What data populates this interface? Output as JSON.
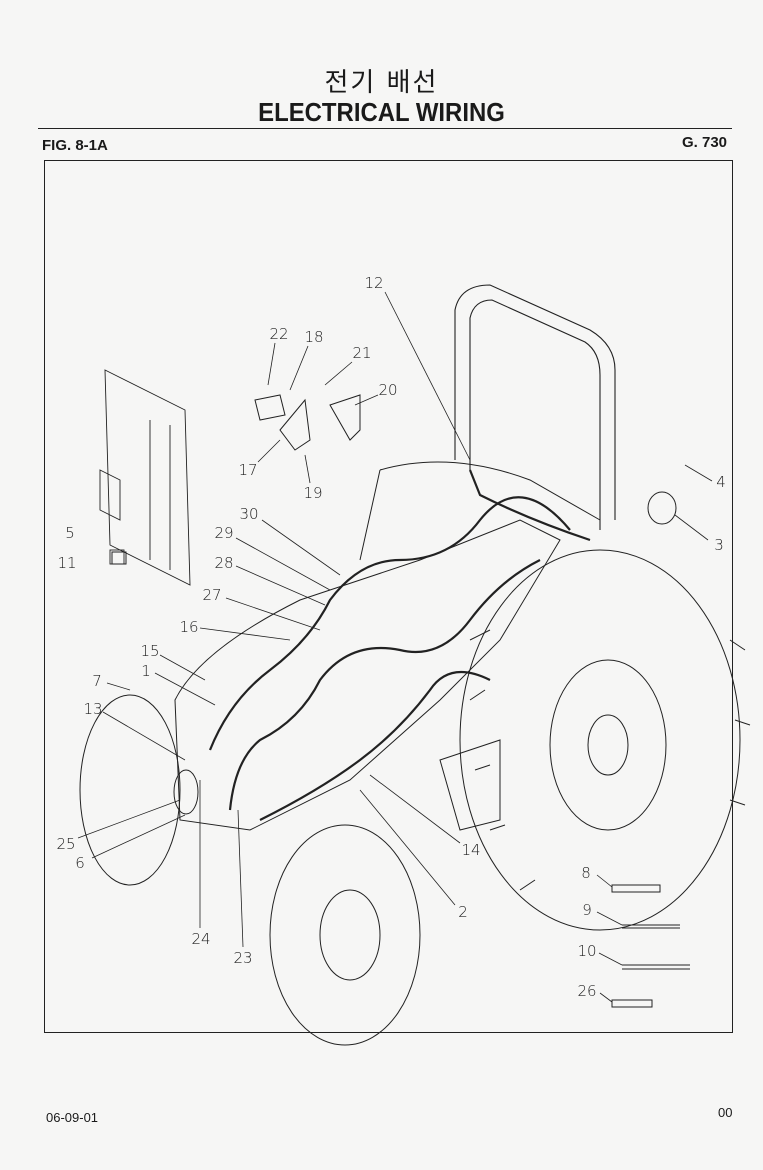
{
  "header": {
    "title_ko": "전기 배선",
    "title_en": "ELECTRICAL WIRING",
    "figure": "FIG. 8-1A",
    "group": "G. 730"
  },
  "footer": {
    "date": "06-09-01",
    "page": "00"
  },
  "callouts": [
    "12",
    "22",
    "18",
    "21",
    "20",
    "17",
    "19",
    "4",
    "3",
    "30",
    "29",
    "5",
    "11",
    "28",
    "27",
    "16",
    "15",
    "1",
    "7",
    "13",
    "25",
    "6",
    "14",
    "2",
    "24",
    "23",
    "8",
    "9",
    "10",
    "26"
  ]
}
